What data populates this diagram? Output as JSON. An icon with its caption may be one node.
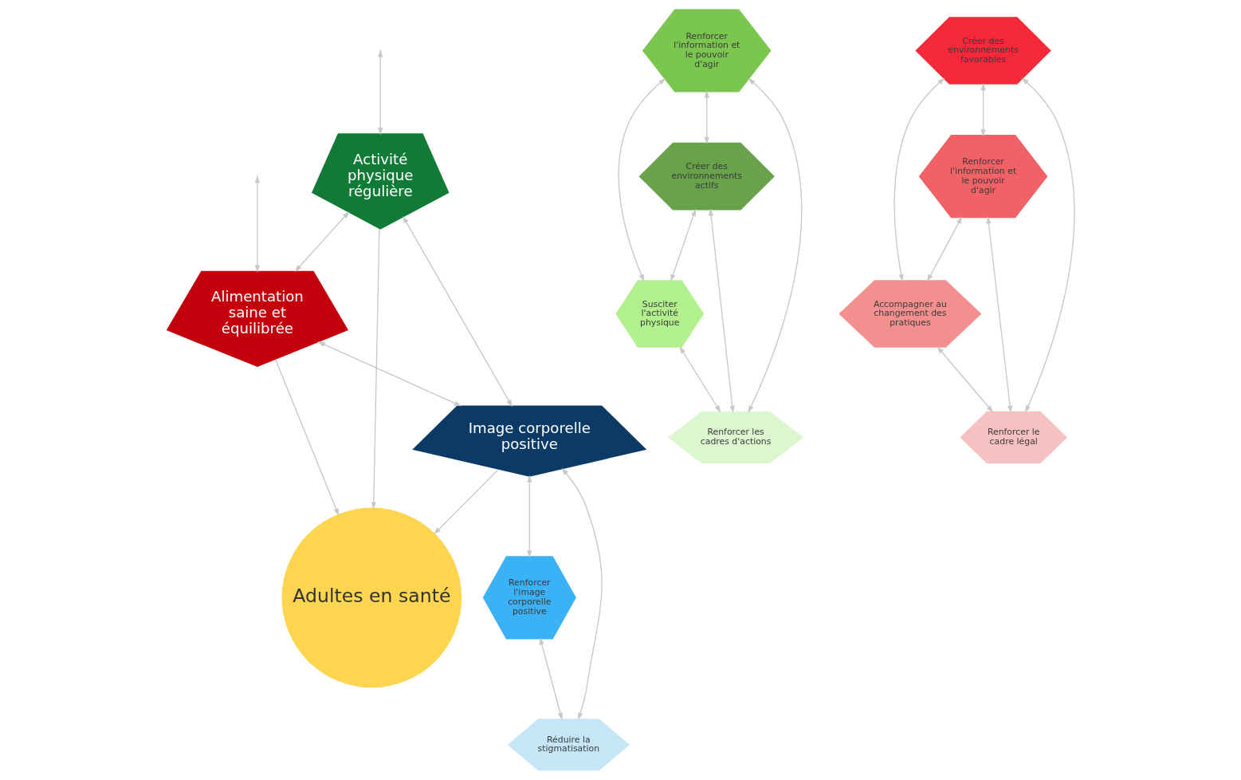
{
  "diagram": {
    "nodes": [
      {
        "text": [
          "Adultes en santé"
        ]
      },
      {
        "text": [
          "Activité physique régulière"
        ]
      },
      {
        "text": [
          "Alimentation saine et équilibrée"
        ]
      },
      {
        "text": [
          "Image corporelle positive"
        ]
      },
      {
        "text": [
          "Créer des environnements actifs"
        ]
      },
      {
        "text": [
          "Renforcer l'information et le pouvoir d'agir"
        ]
      },
      {
        "text": [
          "Susciter l'activité physique"
        ]
      },
      {
        "text": [
          "Renforcer les cadres d'actions"
        ]
      },
      {
        "text": [
          "Créer des environnements favorables"
        ]
      },
      {
        "text": [
          "Renforcer l'information et le pouvoir d'agir"
        ]
      },
      {
        "text": [
          "Accompagner au changement des pratiques"
        ]
      },
      {
        "text": [
          "Renforcer le cadre légal"
        ]
      },
      {
        "text": [
          "Renforcer l'image corporelle positive"
        ]
      },
      {
        "text": [
          "Réduire la stigmatisation"
        ]
      }
    ],
    "edges": [
      {
        "from": 1,
        "to": 0,
        "arrow": "to"
      },
      {
        "from": 2,
        "to": 0,
        "arrow": "to"
      },
      {
        "from": 3,
        "to": 0,
        "arrow": "to"
      },
      {
        "from": 1,
        "to": 2,
        "arrow": "both"
      },
      {
        "from": 1,
        "to": 3,
        "arrow": "both"
      },
      {
        "from": 2,
        "to": 3,
        "arrow": "both"
      },
      {
        "from": 5,
        "to": 4,
        "arrow": "both"
      },
      {
        "from": 5,
        "to": 6,
        "arrow": "both"
      },
      {
        "from": 6,
        "to": 7,
        "arrow": "both"
      },
      {
        "from": 4,
        "to": 6,
        "arrow": "both"
      },
      {
        "from": 5,
        "to": 7,
        "arrow": "both"
      },
      {
        "from": 4,
        "to": 7,
        "arrow": "both"
      },
      {
        "from": null,
        "to": 1,
        "arrow": "both"
      },
      {
        "from": 8,
        "to": 9,
        "arrow": "both"
      },
      {
        "from": 9,
        "to": 10,
        "arrow": "both"
      },
      {
        "from": 10,
        "to": 11,
        "arrow": "both"
      },
      {
        "from": 8,
        "to": 11,
        "arrow": "both"
      },
      {
        "from": 8,
        "to": 10,
        "arrow": "both"
      },
      {
        "from": 9,
        "to": 11,
        "arrow": "both"
      },
      {
        "from": null,
        "to": 2,
        "arrow": "both"
      },
      {
        "from": 3,
        "to": 12,
        "arrow": "both"
      },
      {
        "from": 3,
        "to": 13,
        "arrow": "both"
      },
      {
        "from": 12,
        "to": 13,
        "arrow": "both"
      }
    ]
  }
}
